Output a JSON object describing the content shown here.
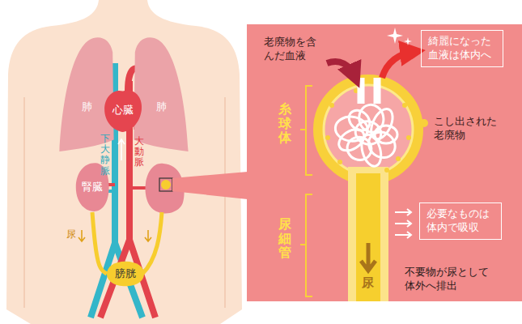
{
  "diagram": {
    "nodes": [
      {
        "text": [
          "肺"
        ]
      },
      {
        "text": [
          "心臓"
        ]
      },
      {
        "text": [
          "肺"
        ]
      },
      {
        "text": [
          "腎臓"
        ]
      },
      {
        "text": [
          "膀胱"
        ]
      },
      {
        "text": [
          "綺麗になった血液は体内へ"
        ]
      },
      {
        "text": [
          "必要なものは体内で吸収"
        ]
      }
    ],
    "edges": [
      {
        "from": 3,
        "to": 4,
        "arrow": "none"
      }
    ],
    "labels": [
      "下大静脈",
      "大動脈",
      "尿",
      "老廃物を含んだ血液",
      "こし出された老廃物",
      "糸球体",
      "尿細管",
      "尿",
      "不要物が尿として体外へ排出"
    ]
  }
}
